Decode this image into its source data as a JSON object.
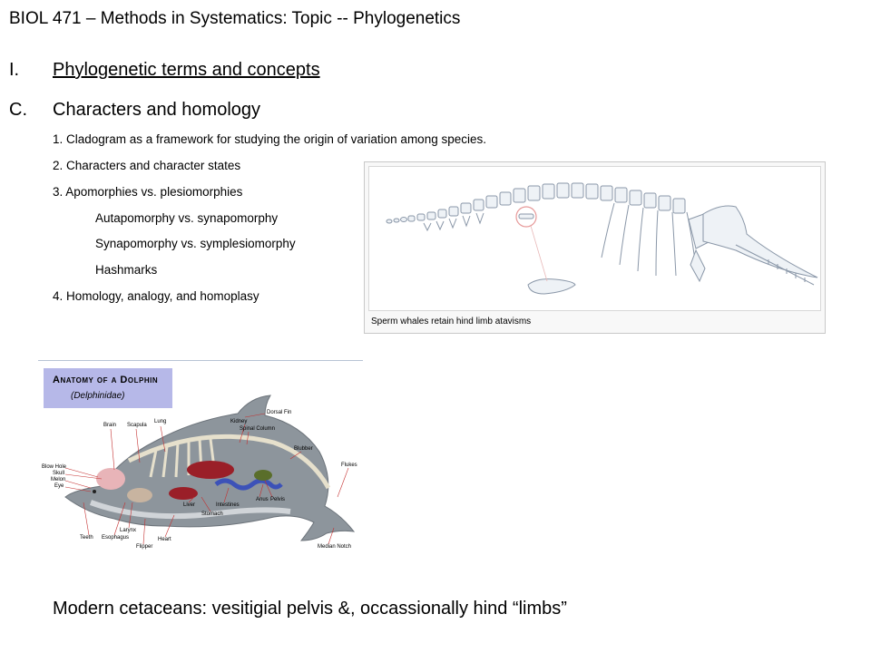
{
  "title": "BIOL 471 – Methods in Systematics: Topic  -- Phylogenetics",
  "section": {
    "number": "I.",
    "text": "Phylogenetic terms and concepts"
  },
  "subsection": {
    "letter": "C.",
    "text": "Characters and homology"
  },
  "items": [
    "1. Cladogram as a framework for studying the origin of variation among species.",
    "2. Characters and character states",
    "3. Apomorphies vs. plesiomorphies",
    "4. Homology, analogy, and homoplasy"
  ],
  "subitems": [
    "Autapomorphy vs. synapomorphy",
    "Synapomorphy vs. symplesiomorphy",
    "Hashmarks"
  ],
  "whale_caption": "Sperm whales retain hind limb atavisms",
  "dolphin": {
    "title": "Anatomy of a Dolphin",
    "subtitle": "(Delphinidae)",
    "labels": {
      "brain": "Brain",
      "scapula": "Scapula",
      "lung": "Lung",
      "dorsal_fin": "Dorsal Fin",
      "kidney": "Kidney",
      "spinal_column": "Spinal Column",
      "blubber": "Blubber",
      "blow_hole": "Blow Hole",
      "skull": "Skull",
      "melon": "Melon",
      "eye": "Eye",
      "flukes": "Flukes",
      "liver": "Liver",
      "intestines": "Intestines",
      "anus": "Anus",
      "pelvis": "Pelvis",
      "stomach": "Stomach",
      "larynx": "Larynx",
      "teeth": "Teeth",
      "esophagus": "Esophagus",
      "heart": "Heart",
      "flipper": "Flipper",
      "median_notch": "Median Notch"
    }
  },
  "bottom_text": "Modern cetaceans: vesitigial pelvis &, occassionally hind “limbs”",
  "colors": {
    "dolphin_body": "#8d959c",
    "dolphin_title_bg": "#b6b8e8",
    "organ_red": "#9a1f28",
    "intestine_blue": "#3c52b8"
  }
}
